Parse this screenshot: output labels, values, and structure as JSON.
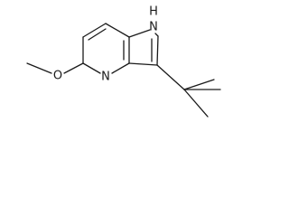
{
  "molecule": {
    "atom_labels": {
      "nh": "H",
      "n_pyrrole": "N",
      "n_pyridine": "N",
      "o_methoxy": "O"
    }
  }
}
